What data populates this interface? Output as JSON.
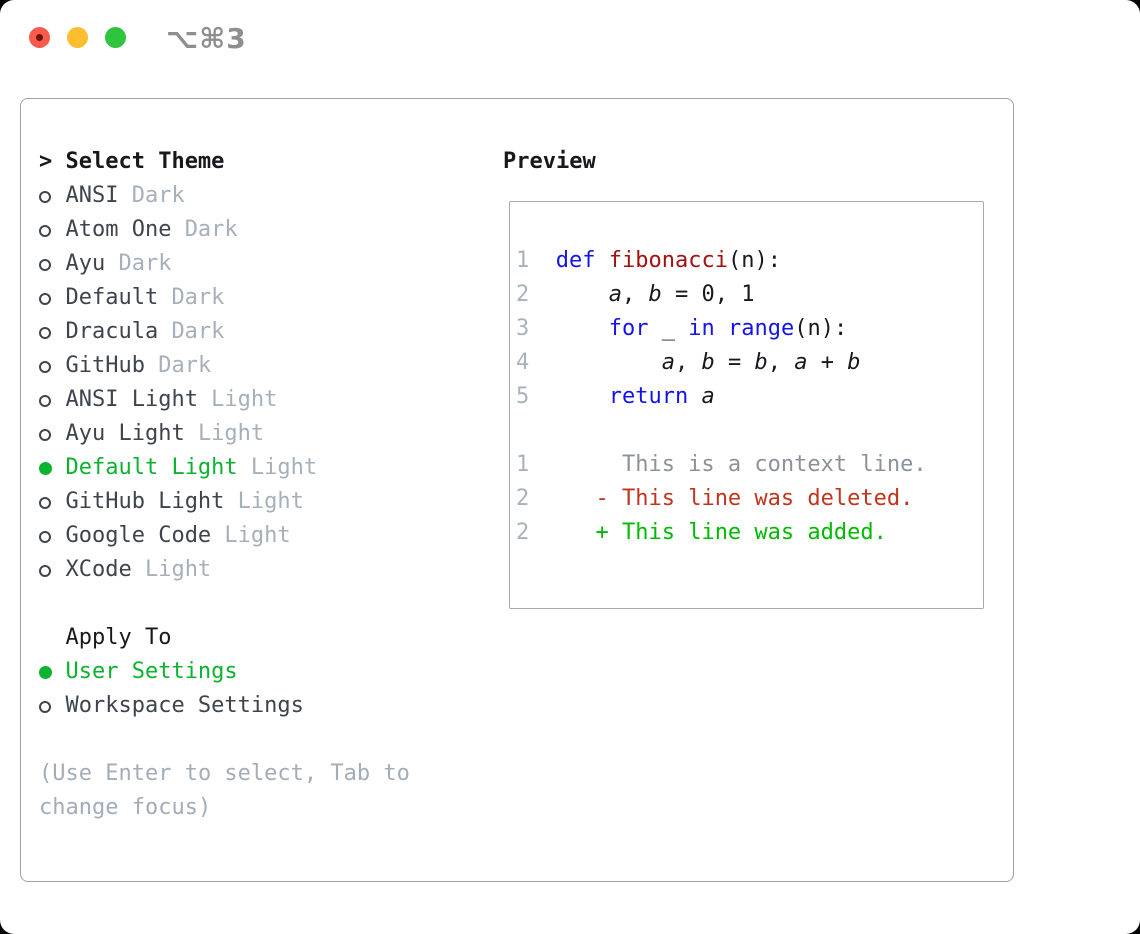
{
  "window": {
    "title": "⌥⌘3"
  },
  "palette": {
    "selected_green": "#0cb32f",
    "added_green": "#00ba00",
    "deleted_red": "#c1351d",
    "keyword_blue": "#1414e8",
    "function_red": "#a31212",
    "muted_gray": "#a6b0ba",
    "context_gray": "#8b9299",
    "line_number_gray": "#a8b2bd",
    "border_gray": "#99a3ad",
    "text_dark": "#3e444c",
    "heading_black": "#17191d",
    "traffic_red": "#f95a4e",
    "traffic_yellow": "#fcbd2f",
    "traffic_green": "#2fc33e"
  },
  "select_theme": {
    "prompt": ">",
    "header": "Select Theme",
    "items": [
      {
        "name": "ANSI",
        "variant": "Dark",
        "selected": false
      },
      {
        "name": "Atom One",
        "variant": "Dark",
        "selected": false
      },
      {
        "name": "Ayu",
        "variant": "Dark",
        "selected": false
      },
      {
        "name": "Default",
        "variant": "Dark",
        "selected": false
      },
      {
        "name": "Dracula",
        "variant": "Dark",
        "selected": false
      },
      {
        "name": "GitHub",
        "variant": "Dark",
        "selected": false
      },
      {
        "name": "ANSI Light",
        "variant": "Light",
        "selected": false
      },
      {
        "name": "Ayu Light",
        "variant": "Light",
        "selected": false
      },
      {
        "name": "Default Light",
        "variant": "Light",
        "selected": true
      },
      {
        "name": "GitHub Light",
        "variant": "Light",
        "selected": false
      },
      {
        "name": "Google Code",
        "variant": "Light",
        "selected": false
      },
      {
        "name": "XCode",
        "variant": "Light",
        "selected": false
      }
    ]
  },
  "apply_to": {
    "header": "Apply To",
    "items": [
      {
        "label": "User Settings",
        "selected": true
      },
      {
        "label": "Workspace Settings",
        "selected": false
      }
    ]
  },
  "hint": {
    "line1": "(Use Enter to select, Tab to",
    "line2": "change focus)"
  },
  "preview": {
    "header": "Preview",
    "code_lines": [
      {
        "num": "1",
        "segments": [
          {
            "t": "def",
            "c": "kw"
          },
          {
            "t": " ",
            "c": "pl"
          },
          {
            "t": "fibonacci",
            "c": "fn"
          },
          {
            "t": "(n):",
            "c": "pl"
          }
        ]
      },
      {
        "num": "2",
        "segments": [
          {
            "t": "    ",
            "c": "pl"
          },
          {
            "t": "a",
            "c": "var"
          },
          {
            "t": ", ",
            "c": "pl"
          },
          {
            "t": "b",
            "c": "var"
          },
          {
            "t": " = 0, 1",
            "c": "pl"
          }
        ]
      },
      {
        "num": "3",
        "segments": [
          {
            "t": "    ",
            "c": "pl"
          },
          {
            "t": "for",
            "c": "kw"
          },
          {
            "t": " _ ",
            "c": "pl"
          },
          {
            "t": "in",
            "c": "kw"
          },
          {
            "t": " ",
            "c": "pl"
          },
          {
            "t": "range",
            "c": "kw"
          },
          {
            "t": "(n):",
            "c": "pl"
          }
        ]
      },
      {
        "num": "4",
        "segments": [
          {
            "t": "        ",
            "c": "pl"
          },
          {
            "t": "a",
            "c": "var"
          },
          {
            "t": ", ",
            "c": "pl"
          },
          {
            "t": "b",
            "c": "var"
          },
          {
            "t": " = ",
            "c": "pl"
          },
          {
            "t": "b",
            "c": "var"
          },
          {
            "t": ", ",
            "c": "pl"
          },
          {
            "t": "a",
            "c": "var"
          },
          {
            "t": " + ",
            "c": "pl"
          },
          {
            "t": "b",
            "c": "var"
          }
        ]
      },
      {
        "num": "5",
        "segments": [
          {
            "t": "    ",
            "c": "pl"
          },
          {
            "t": "return",
            "c": "kw"
          },
          {
            "t": " ",
            "c": "pl"
          },
          {
            "t": "a",
            "c": "var"
          }
        ]
      }
    ],
    "diff_lines": [
      {
        "num": "1",
        "segments": [
          {
            "t": "     This is a context line.",
            "c": "ctx"
          }
        ]
      },
      {
        "num": "2",
        "segments": [
          {
            "t": "   ",
            "c": "pl"
          },
          {
            "t": "- This line was deleted.",
            "c": "del"
          }
        ]
      },
      {
        "num": "2",
        "segments": [
          {
            "t": "   ",
            "c": "pl"
          },
          {
            "t": "+ This line was added.",
            "c": "add"
          }
        ]
      }
    ]
  }
}
